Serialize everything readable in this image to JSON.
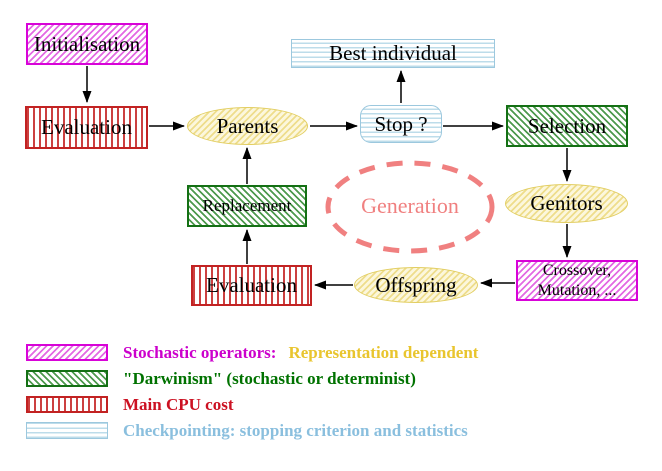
{
  "colors": {
    "magenta": "#d803d8",
    "magenta-hatch": "#e36ae3",
    "magenta-text": "#cc00cc",
    "gold-text": "#e9c52e",
    "green": "#147014",
    "green-hatch": "#4e9a4e",
    "green-text": "#007200",
    "red": "#c22222",
    "red-stripe": "#cc4040",
    "red-text": "#cc1122",
    "cyan-border": "#9cc8de",
    "cyan-stripe": "#bddcea",
    "cyan-text": "#8abfde",
    "yellow-border": "#e2ce62",
    "yellow-fill": "#fcf7dc",
    "yellow-hatch": "#eedd8c",
    "salmon": "#f08080",
    "arrow": "#000000"
  },
  "nodes": {
    "initialisation": "Initialisation",
    "evaluation_top": "Evaluation",
    "parents": "Parents",
    "best_individual": "Best individual",
    "stop": "Stop ?",
    "selection": "Selection",
    "genitors": "Genitors",
    "crossover_line1": "Crossover,",
    "crossover_line2": "Mutation, ...",
    "offspring": "Offspring",
    "evaluation_bottom": "Evaluation",
    "replacement": "Replacement",
    "generation": "Generation"
  },
  "legend": {
    "stochastic_label": "Stochastic operators:",
    "stochastic_extra": "Representation dependent",
    "darwinism": "\"Darwinism\" (stochastic or determinist)",
    "cpu": "Main CPU cost",
    "checkpointing": "Checkpointing: stopping criterion and statistics"
  }
}
